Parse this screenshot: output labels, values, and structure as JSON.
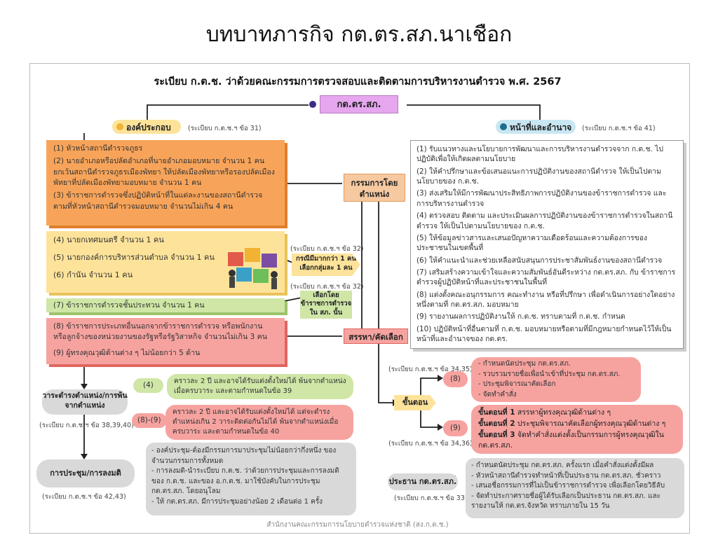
{
  "title": "บทบาทภารกิจ กต.ตร.สภ.นาเชือก",
  "subtitle": "ระเบียบ ก.ต.ช. ว่าด้วยคณะกรรมการตรวจสอบและติดตามการบริหารงานตำรวจ พ.ศ. 2567",
  "center_label": "กต.ตร.สภ.",
  "left_header": {
    "label": "องค์ประกอบ",
    "ref": "(ระเบียบ ก.ต.ช.ฯ ข้อ 31)"
  },
  "right_header": {
    "label": "หน้าที่และอำนาจ",
    "ref": "(ระเบียบ ก.ต.ช.ฯ ข้อ 41)"
  },
  "composition": {
    "group1": [
      "(1) หัวหน้าสถานีตำรวจภูธร",
      "(2) นายอำเภอหรือปลัดอำเภอที่นายอำเภอมอบหมาย จำนวน 1 คน ยกเว้นสถานีตำรวจภูธรเมืองพัทยา ให้ปลัดเมืองพัทยาหรือรองปลัดเมืองพัทยาที่ปลัดเมืองพัทยามอบหมาย จำนวน 1 คน",
      "(3) ข้าราชการตำรวจซึ่งปฏิบัติหน้าที่ในแต่ละงานของสถานีตำรวจ ตามที่หัวหน้าสถานีตำรวจมอบหมาย จำนวนไม่เกิน 4 คน"
    ],
    "group2": [
      "(4) นายกเทศมนตรี จำนวน 1 คน",
      "(5) นายกองค์การบริหารส่วนตำบล จำนวน 1 คน",
      "(6) กำนัน จำนวน 1 คน"
    ],
    "group3": "(7) ข้าราชการตำรวจชั้นประทวน จำนวน 1 คน",
    "group4": [
      "(8) ข้าราชการประเภทอื่นนอกจากข้าราชการตำรวจ หรือพนักงาน หรือลูกจ้างของหน่วยงานของรัฐหรือรัฐวิสาหกิจ จำนวนไม่เกิน 3 คน",
      "(9) ผู้ทรงคุณวุฒิด้านต่าง ๆ ไม่น้อยกว่า 5 ด้าน"
    ]
  },
  "ex_officio": "กรรมการโดยตำแหน่ง",
  "ref32a": "(ระเบียบ ก.ต.ช.ฯ ข้อ 32)",
  "choose_one": "กรณีมีมากกว่า 1 คน เลือกกลุ่มละ 1 คน",
  "ref32b": "(ระเบียบ ก.ต.ช.ฯ ข้อ 32)",
  "choose_police": "เลือกโดยข้าราชการตำรวจใน สภ. นั้น",
  "recruit": "สรรหา/คัดเลือก",
  "duties": [
    "(1) รับแนวทางและนโยบายการพัฒนาและการบริหารงานตำรวจจาก ก.ต.ช. ไปปฏิบัติเพื่อให้เกิดผลตามนโยบาย",
    "(2) ให้คำปรึกษาและข้อเสนอแนะการปฏิบัติงานของสถานีตำรวจ ให้เป็นไปตามนโยบายของ ก.ต.ช.",
    "(3) ส่งเสริมให้มีการพัฒนาประสิทธิภาพการปฏิบัติงานของข้าราชการตำรวจ และการบริหารงานตำรวจ",
    "(4) ตรวจสอบ ติดตาม และประเมินผลการปฏิบัติงานของข้าราชการตำรวจในสถานีตำรวจ ให้เป็นไปตามนโยบายของ ก.ต.ช.",
    "(5) ให้ข้อมูลข่าวสารและเสนอปัญหาความเดือดร้อนและความต้องการของประชาชนในเขตพื้นที่",
    "(6) ให้คำแนะนำและช่วยเหลือสนับสนุนการประชาสัมพันธ์งานของสถานีตำรวจ",
    "(7) เสริมสร้างความเข้าใจและความสัมพันธ์อันดีระหว่าง กต.ตร.สภ. กับ ข้าราชการตำรวจผู้ปฏิบัติหน้าที่และประชาชนในพื้นที่",
    "(8) แต่งตั้งคณะอนุกรรมการ คณะทำงาน หรือที่ปรึกษา เพื่อดำเนินการอย่างใดอย่างหนึ่งตามที่ กต.ตร.สภ. มอบหมาย",
    "(9) รายงานผลการปฏิบัติงานให้ ก.ต.ช. ทราบตามที่ ก.ต.ช. กำหนด",
    "(10) ปฏิบัติหน้าที่อื่นตามที่ ก.ต.ช. มอบหมายหรือตามที่มีกฎหมายกำหนดไว้ให้เป็นหน้าที่และอำนาจของ กต.ตร."
  ],
  "term": {
    "label": "วาระดำรงตำแหน่ง/การพ้นจากตำแหน่ง",
    "ref": "(ระเบียบ ก.ต.ช.ฯ ข้อ 38,39,40)",
    "tag4": "(4)",
    "text4": "คราวละ 2 ปี และอาจได้รับแต่งตั้งใหม่ได้ พ้นจากตำแหน่งเมื่อครบวาระ และตามกำหนดในข้อ 39",
    "tag89": "(8)-(9)",
    "text89": "คราวละ 2 ปี และอาจได้รับแต่งตั้งใหม่ได้ แต่จะดำรงตำแหน่งเกิน 2 วาระติดต่อกันไม่ได้ พ้นจากตำแหน่งเมื่อครบวาระ และตามกำหนดในข้อ 40"
  },
  "meeting": {
    "label": "การประชุม/การลงมติ",
    "ref": "(ระเบียบ ก.ต.ช.ฯ ข้อ 42,43)",
    "items": [
      "- องค์ประชุม-ต้องมีกรรมการมาประชุมไม่น้อยกว่ากึ่งหนึ่ง ของจำนวนกรรมการทั้งหมด",
      "- การลงมติ-นำระเบียบ ก.ต.ช. ว่าด้วยการประชุมและการลงมติ ของ ก.ต.ช. และของ อ.ก.ต.ช. มาใช้บังคับในการประชุม กต.ตร.สภ. โดยอนุโลม",
      "- ให้ กต.ตร.สภ. มีการประชุมอย่างน้อย 2 เดือนต่อ 1 ครั้ง"
    ]
  },
  "steps": {
    "label": "ขั้นตอน",
    "ref8": "(ระเบียบ ก.ต.ช.ฯ ข้อ 34,35)",
    "tag8": "(8)",
    "items8": [
      "- กำหนดนัดประชุม กต.ตร.สภ.",
      "- รวบรวมรายชื่อเพื่อนำเข้าที่ประชุม กต.ตร.สภ.",
      "- ประชุมพิจารณาคัดเลือก",
      "- จัดทำคำสั่ง"
    ],
    "tag9": "(9)",
    "ref9": "(ระเบียบ ก.ต.ช.ฯ ข้อ 34,36)",
    "items9": [
      {
        "b": "ขั้นตอนที่ 1",
        "t": " สรรหาผู้ทรงคุณวุฒิด้านต่าง ๆ"
      },
      {
        "b": "ขั้นตอนที่ 2",
        "t": " ประชุมพิจารณาคัดเลือกผู้ทรงคุณวุฒิด้านต่าง ๆ"
      },
      {
        "b": "ขั้นตอนที่ 3",
        "t": " จัดทำคำสั่งแต่งตั้งเป็นกรรมการผู้ทรงคุณวุฒิใน กต.ตร.สภ."
      }
    ]
  },
  "chair": {
    "label": "ประธาน กต.ตร.สภ.",
    "ref": "(ระเบียบ ก.ต.ช.ฯ ข้อ 33)",
    "items": [
      "- กำหนดนัดประชุม กต.ตร.สภ. ครั้งแรก เมื่อคำสั่งแต่งตั้งมีผล",
      "- หัวหน้าสถานีตำรวจทำหน้าที่เป็นประธาน กต.ตร.สภ. ชั่วคราว",
      "- เสนอชื่อกรรมการที่ไม่เป็นข้าราชการตำรวจ เพื่อเลือกโดยวิธีลับ",
      "- จัดทำประกาศรายชื่อผู้ได้รับเลือกเป็นประธาน กต.ตร.สภ. และรายงานให้ กต.ตร.จังหวัด ทราบภายใน 15 วัน"
    ]
  },
  "footer": "สำนักงานคณะกรรมการนโยบายตำรวจแห่งชาติ (สง.ก.ต.ช.)",
  "colors": {
    "orange": "#f7a45a",
    "yellow": "#fde39a",
    "green": "#cfe6a6",
    "red": "#f6a3a0",
    "purple": "#e6a7ef",
    "grey": "#d9d9d9"
  }
}
